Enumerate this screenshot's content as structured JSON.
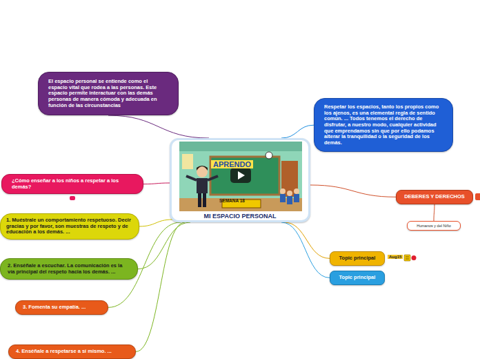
{
  "diagram": {
    "nodes": [
      {
        "text": [
          "MI ESPACIO PERSONAL"
        ]
      },
      {
        "text": [
          "El espacio personal se entiende como el espacio vital que rodea a las personas. Este espacio permite interactuar con las demás personas de manera cómoda y adecuada en función de las circunstancias"
        ]
      },
      {
        "text": [
          "Respetar los espacios, tanto los propios como los ajenos, es una elemental regla de sentido común. ... Todos tenemos el derecho de disfrutar, a nuestro modo, cualquier actividad que emprendamos sin que por ello podamos alterar la tranquilidad o la seguridad de los demás."
        ]
      },
      {
        "text": [
          "¿Cómo enseñar a los niños a respetar a los demás?"
        ]
      },
      {
        "text": [
          "1. Muéstrale un comportamiento respetuoso. Decir gracias y por favor, son muestras de respeto y de educación a los demás. ..."
        ]
      },
      {
        "text": [
          "2. Enséñale a escuchar. La comunicación es la vía principal del respeto hacia los demás. ..."
        ]
      },
      {
        "text": [
          "3. Fomenta su empatía. ..."
        ]
      },
      {
        "text": [
          "4. Enséñale a respetarse a sí mismo. ..."
        ]
      },
      {
        "text": [
          "DEBERES Y DERECHOS"
        ]
      },
      {
        "text": [
          "Humanos y del Niño"
        ]
      },
      {
        "text": [
          "Topic principal"
        ]
      },
      {
        "text": [
          "Topic principal"
        ]
      }
    ],
    "edges": [
      {
        "from": 0,
        "to": 1,
        "arrow": "none"
      },
      {
        "from": 0,
        "to": 2,
        "arrow": "none"
      },
      {
        "from": 0,
        "to": 3,
        "arrow": "none"
      },
      {
        "from": 0,
        "to": 4,
        "arrow": "none"
      },
      {
        "from": 0,
        "to": 5,
        "arrow": "none"
      },
      {
        "from": 0,
        "to": 6,
        "arrow": "none"
      },
      {
        "from": 0,
        "to": 7,
        "arrow": "none"
      },
      {
        "from": 0,
        "to": 8,
        "arrow": "none"
      },
      {
        "from": 8,
        "to": 9,
        "arrow": "none"
      },
      {
        "from": 0,
        "to": 10,
        "arrow": "none"
      },
      {
        "from": 0,
        "to": 11,
        "arrow": "none"
      }
    ],
    "labels": [
      "APRENDO",
      "SEMANA 18",
      "Aug15"
    ]
  }
}
